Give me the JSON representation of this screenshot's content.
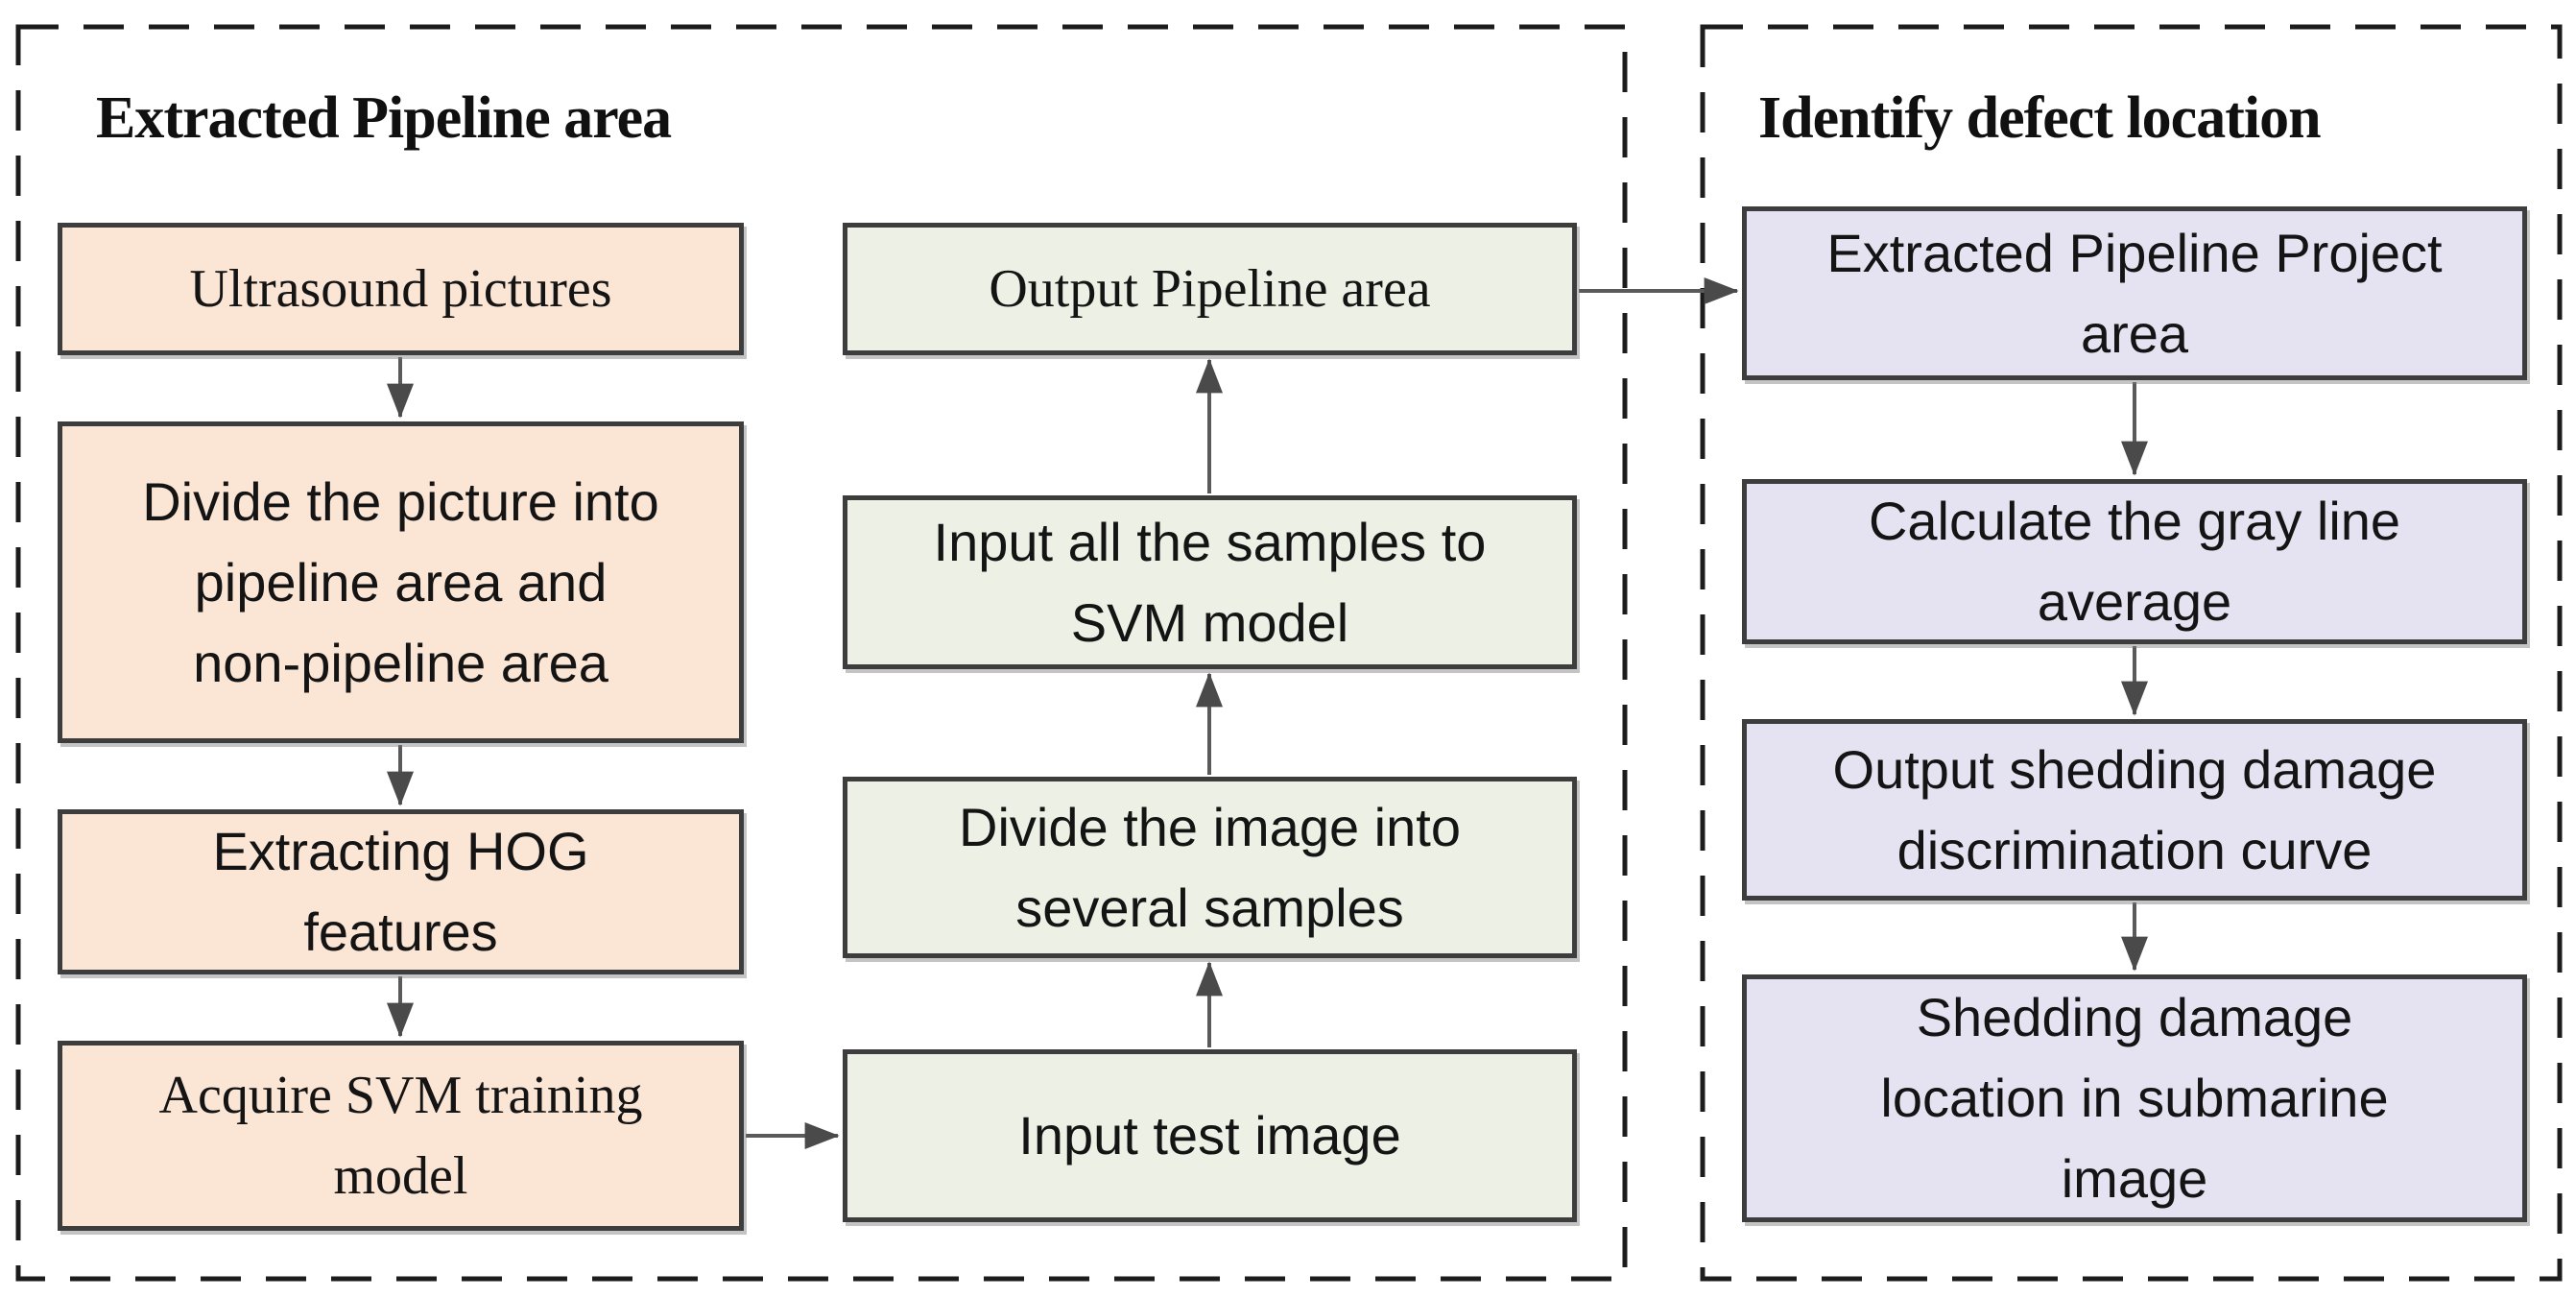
{
  "colors": {
    "training_box_fill": "#fbe5d5",
    "testing_box_fill": "#edf0e4",
    "defect_box_fill": "#e5e3f1",
    "box_border": "#3d3d3d",
    "dashed_border": "#1c1c1c",
    "arrow": "#4a4a4a"
  },
  "left_panel": {
    "title": "Extracted Pipeline area",
    "training_flow": [
      {
        "id": "ultrasound-pictures",
        "label": "Ultrasound pictures"
      },
      {
        "id": "divide-picture",
        "label": "Divide the picture into\npipeline area and\nnon-pipeline area"
      },
      {
        "id": "extracting-hog",
        "label": "Extracting HOG\nfeatures"
      },
      {
        "id": "acquire-svm-training-model",
        "label": "Acquire SVM training\nmodel"
      }
    ],
    "testing_flow": [
      {
        "id": "input-test-image",
        "label": "Input test image"
      },
      {
        "id": "divide-image-samples",
        "label": "Divide the image into\nseveral samples"
      },
      {
        "id": "input-samples-svm",
        "label": "Input all the samples to\nSVM model"
      },
      {
        "id": "output-pipeline-area",
        "label": "Output Pipeline area"
      }
    ]
  },
  "right_panel": {
    "title": "Identify defect location",
    "flow": [
      {
        "id": "extracted-pipeline-project-area",
        "label": "Extracted Pipeline Project\narea"
      },
      {
        "id": "calculate-gray-line-average",
        "label": "Calculate the gray line\naverage"
      },
      {
        "id": "output-shedding-curve",
        "label": "Output shedding damage\ndiscrimination curve"
      },
      {
        "id": "shedding-location",
        "label": "Shedding damage\nlocation in submarine\nimage"
      }
    ]
  },
  "edges": [
    {
      "from": "ultrasound-pictures",
      "to": "divide-picture",
      "direction": "down"
    },
    {
      "from": "divide-picture",
      "to": "extracting-hog",
      "direction": "down"
    },
    {
      "from": "extracting-hog",
      "to": "acquire-svm-training-model",
      "direction": "down"
    },
    {
      "from": "acquire-svm-training-model",
      "to": "input-test-image",
      "direction": "right"
    },
    {
      "from": "input-test-image",
      "to": "divide-image-samples",
      "direction": "up"
    },
    {
      "from": "divide-image-samples",
      "to": "input-samples-svm",
      "direction": "up"
    },
    {
      "from": "input-samples-svm",
      "to": "output-pipeline-area",
      "direction": "up"
    },
    {
      "from": "output-pipeline-area",
      "to": "extracted-pipeline-project-area",
      "direction": "right"
    },
    {
      "from": "extracted-pipeline-project-area",
      "to": "calculate-gray-line-average",
      "direction": "down"
    },
    {
      "from": "calculate-gray-line-average",
      "to": "output-shedding-curve",
      "direction": "down"
    },
    {
      "from": "output-shedding-curve",
      "to": "shedding-location",
      "direction": "down"
    }
  ]
}
